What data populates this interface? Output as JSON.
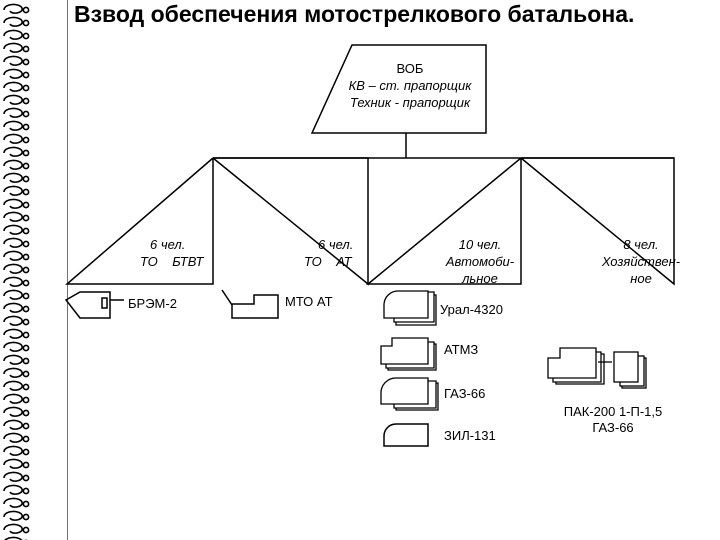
{
  "title": "Взвод обеспечения мотострелкового батальона.",
  "top_node": {
    "line1": "ВОБ",
    "line2": "КВ – ст. прапорщик",
    "line3": "Техник - прапорщик"
  },
  "units": [
    {
      "count": "6 чел.",
      "name": "ТО    БТВТ"
    },
    {
      "count": "6 чел.",
      "name": "ТО    АТ"
    },
    {
      "count": "10 чел.",
      "name_line1": "Автомоби-",
      "name_line2": "льное"
    },
    {
      "count": "8 чел.",
      "name_line1": "Хозяйствен-",
      "name_line2": "ное"
    }
  ],
  "equipment": {
    "brem": "БРЭМ-2",
    "mto": "МТО АТ",
    "ural": "Урал-4320",
    "atmz": "АТМЗ",
    "gaz66": "ГАЗ-66",
    "zil": "ЗИЛ-131",
    "pak_line1": "ПАК-200 1-П-1,5",
    "pak_line2": "ГАЗ-66"
  }
}
